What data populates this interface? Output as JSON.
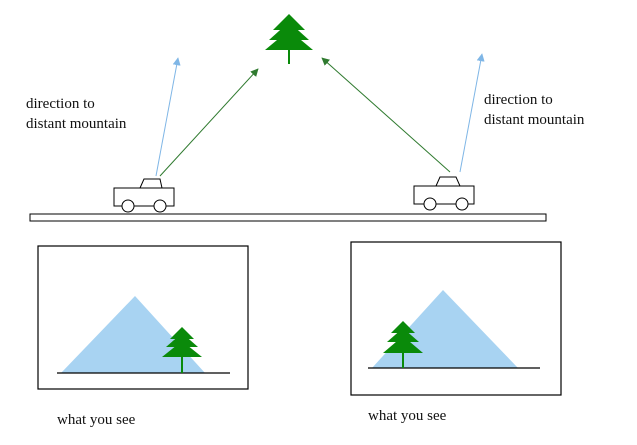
{
  "labels": {
    "left_line1": "direction to",
    "left_line2": "distant mountain",
    "right_line1": "direction to",
    "right_line2": "distant mountain"
  },
  "captions": {
    "left": "what you see",
    "right": "what you see"
  },
  "colors": {
    "tree": "#0a8a0a",
    "mountain": "#a8d3f2",
    "sight_line_tree": "#2f7a2f",
    "sight_line_mountain": "#7fb6e6",
    "outline": "#000000"
  }
}
